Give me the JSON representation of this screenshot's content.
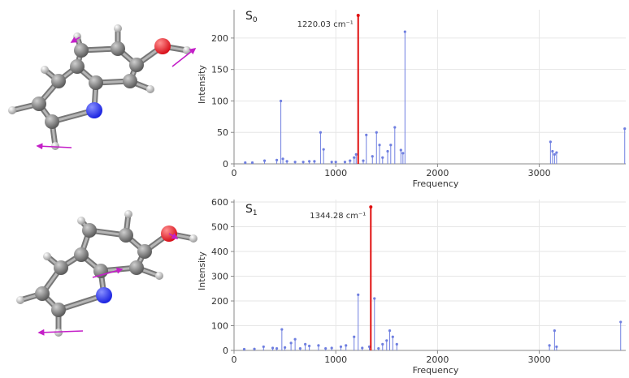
{
  "colors": {
    "carbon": "#5a5a5a",
    "hydrogen": "#d9d9d9",
    "nitrogen": "#1a22e0",
    "oxygen": "#d8101a",
    "vector": "#c41fc8",
    "peak": "#6f7fe0",
    "highlight": "#e01010",
    "grid": "#e6e6e6",
    "axis": "#888888"
  },
  "chart_data": [
    {
      "type": "bar",
      "state_main": "S",
      "state_sub": "0",
      "xlabel": "Frequency",
      "ylabel": "Intensity",
      "xlim": [
        0,
        3850
      ],
      "ylim": [
        0,
        245
      ],
      "xticks": [
        0,
        1000,
        2000,
        3000
      ],
      "yticks": [
        0,
        50,
        100,
        150,
        200
      ],
      "highlight": {
        "x": 1220.03,
        "y": 236,
        "label": "1220.03 cm⁻¹"
      },
      "peaks": [
        [
          110,
          2
        ],
        [
          180,
          2
        ],
        [
          300,
          5
        ],
        [
          420,
          6
        ],
        [
          460,
          100
        ],
        [
          480,
          8
        ],
        [
          520,
          4
        ],
        [
          600,
          3
        ],
        [
          680,
          3
        ],
        [
          740,
          4
        ],
        [
          790,
          4
        ],
        [
          850,
          50
        ],
        [
          880,
          23
        ],
        [
          960,
          3
        ],
        [
          1000,
          3
        ],
        [
          1090,
          3
        ],
        [
          1140,
          5
        ],
        [
          1180,
          10
        ],
        [
          1200,
          15
        ],
        [
          1270,
          5
        ],
        [
          1300,
          46
        ],
        [
          1360,
          12
        ],
        [
          1400,
          50
        ],
        [
          1430,
          30
        ],
        [
          1460,
          10
        ],
        [
          1510,
          20
        ],
        [
          1540,
          30
        ],
        [
          1580,
          58
        ],
        [
          1640,
          22
        ],
        [
          1660,
          17
        ],
        [
          1680,
          210
        ],
        [
          3110,
          35
        ],
        [
          3130,
          20
        ],
        [
          3150,
          15
        ],
        [
          3170,
          18
        ],
        [
          3840,
          56
        ]
      ]
    },
    {
      "type": "bar",
      "state_main": "S",
      "state_sub": "1",
      "xlabel": "Frequency",
      "ylabel": "Intensity",
      "xlim": [
        0,
        3850
      ],
      "ylim": [
        0,
        610
      ],
      "xticks": [
        0,
        1000,
        2000,
        3000
      ],
      "yticks": [
        0,
        100,
        200,
        300,
        400,
        500,
        600
      ],
      "highlight": {
        "x": 1344.28,
        "y": 580,
        "label": "1344.28 cm⁻¹"
      },
      "peaks": [
        [
          100,
          5
        ],
        [
          200,
          6
        ],
        [
          290,
          15
        ],
        [
          380,
          10
        ],
        [
          420,
          8
        ],
        [
          470,
          85
        ],
        [
          500,
          12
        ],
        [
          560,
          30
        ],
        [
          600,
          45
        ],
        [
          650,
          8
        ],
        [
          700,
          25
        ],
        [
          740,
          18
        ],
        [
          830,
          20
        ],
        [
          900,
          8
        ],
        [
          960,
          10
        ],
        [
          1050,
          15
        ],
        [
          1100,
          20
        ],
        [
          1180,
          55
        ],
        [
          1220,
          225
        ],
        [
          1260,
          10
        ],
        [
          1330,
          15
        ],
        [
          1380,
          210
        ],
        [
          1420,
          8
        ],
        [
          1460,
          25
        ],
        [
          1500,
          40
        ],
        [
          1530,
          80
        ],
        [
          1560,
          55
        ],
        [
          1600,
          25
        ],
        [
          3100,
          20
        ],
        [
          3150,
          80
        ],
        [
          3170,
          15
        ],
        [
          3800,
          115
        ]
      ]
    }
  ]
}
